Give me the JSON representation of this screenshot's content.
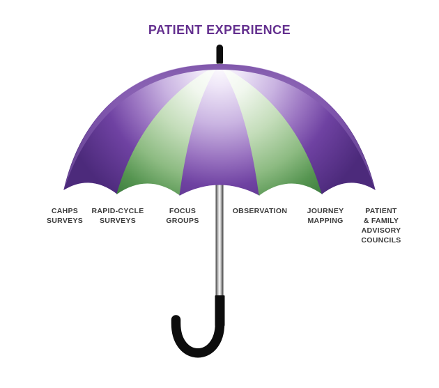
{
  "title": {
    "text": "PATIENT EXPERIENCE",
    "color": "#64308f"
  },
  "umbrella": {
    "description": "umbrella-with-alternating-purple-and-green-gores",
    "labels": [
      {
        "id": "cahps-surveys",
        "text": "CAHPS\nSURVEYS"
      },
      {
        "id": "rapid-cycle-surveys",
        "text": "RAPID-CYCLE\nSURVEYS"
      },
      {
        "id": "focus-groups",
        "text": "FOCUS\nGROUPS"
      },
      {
        "id": "observation",
        "text": "OBSERVATION"
      },
      {
        "id": "journey-mapping",
        "text": "JOURNEY\nMAPPING"
      },
      {
        "id": "patient-family-advisory-councils",
        "text": "PATIENT\n& FAMILY\nADVISORY\nCOUNCILS"
      }
    ],
    "colors": {
      "highlight_white": "#fdfcfe",
      "purple_pale": "#efe7f8",
      "purple_light": "#c9b3e1",
      "purple_mid": "#9a74c1",
      "purple_strong": "#6f42a2",
      "purple_deep": "#4c2a7b",
      "rim_purple": "#7d53a9",
      "green_pale": "#f1f7ee",
      "green_light": "#c4ddba",
      "green_mid": "#8dbb82",
      "green_strong": "#569551",
      "green_deep": "#3a7a3d",
      "label_text": "#3a3a3a",
      "black": "#0d0d0d",
      "silver_dark": "#3f3f3f",
      "silver_light": "#fbfbfb"
    }
  }
}
